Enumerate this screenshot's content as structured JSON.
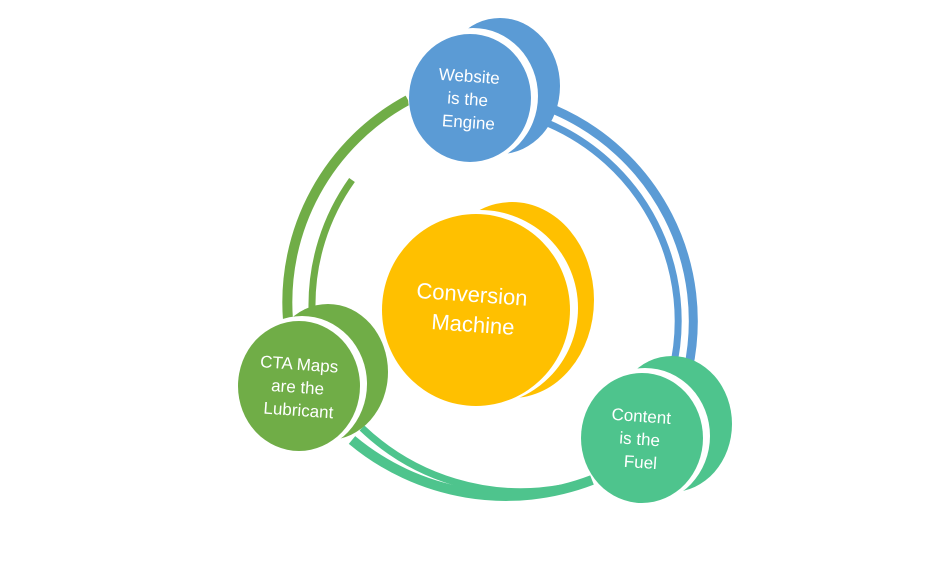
{
  "diagram": {
    "type": "cycle",
    "center": {
      "lines": [
        "Conversion",
        "Machine"
      ],
      "color": "#FFC000"
    },
    "nodes": [
      {
        "id": "website",
        "lines": [
          "Website",
          "is the",
          "Engine"
        ],
        "color": "#5B9BD5"
      },
      {
        "id": "content",
        "lines": [
          "Content",
          "is the",
          "Fuel"
        ],
        "color": "#4EC48D"
      },
      {
        "id": "cta",
        "lines": [
          "CTA Maps",
          "are the",
          "Lubricant"
        ],
        "color": "#70AD47"
      }
    ],
    "connectors": [
      {
        "from": "website",
        "to": "content",
        "color": "#5B9BD5"
      },
      {
        "from": "content",
        "to": "cta",
        "color": "#4EC48D"
      },
      {
        "from": "cta",
        "to": "website",
        "color": "#70AD47"
      }
    ]
  }
}
